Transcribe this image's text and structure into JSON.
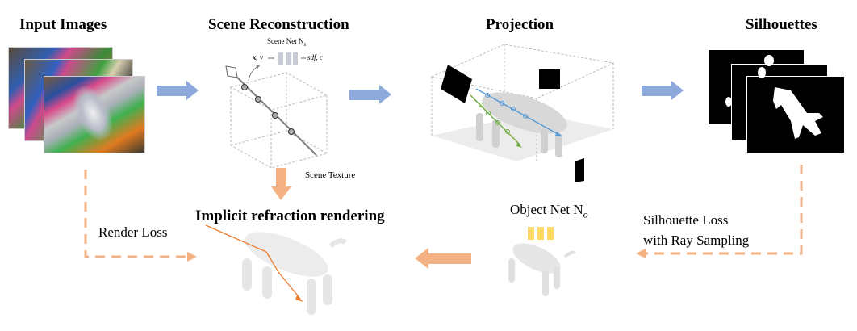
{
  "titles": {
    "input_images": "Input Images",
    "scene_reconstruction": "Scene Reconstruction",
    "projection": "Projection",
    "silhouettes": "Silhouettes",
    "implicit_rendering": "Implicit refraction rendering"
  },
  "scene_net": {
    "label": "Scene Net N",
    "subscript": "s",
    "input": "x, v",
    "output": "sdf, c"
  },
  "labels": {
    "scene_texture": "Scene Texture",
    "object_net": "Object Net N",
    "object_net_subscript": "o",
    "render_loss": "Render Loss",
    "silhouette_loss_line1": "Silhouette Loss",
    "silhouette_loss_line2": "with Ray Sampling"
  },
  "colors": {
    "blue_arrow": "#8EA9DB",
    "orange_arrow": "#F4B183",
    "orange_ray": "#ED7D31",
    "object_net_blocks": "#FFD966",
    "scene_net_blocks": "#C9CCD6",
    "projection_ray_blue": "#5B9BD5",
    "projection_ray_green": "#70AD47"
  }
}
